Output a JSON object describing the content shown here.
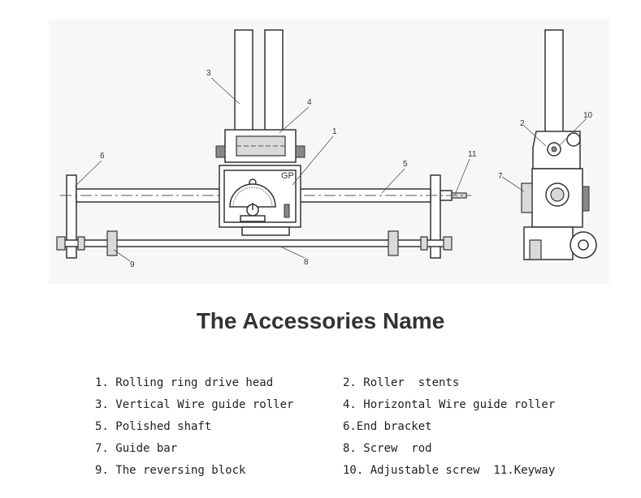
{
  "diagram": {
    "logo_text": "GP",
    "callouts": [
      "1",
      "2",
      "3",
      "4",
      "5",
      "6",
      "7",
      "8",
      "9",
      "10",
      "11"
    ]
  },
  "title": "The Accessories Name",
  "legend": {
    "left": [
      "1. Rolling ring drive head",
      "3. Vertical Wire guide roller",
      "5. Polished shaft",
      "7. Guide bar",
      "9. The reversing block"
    ],
    "right": [
      "2. Roller  stents",
      "4. Horizontal Wire guide roller",
      "6.End bracket",
      "8. Screw  rod",
      "10. Adjustable screw  11.Keyway"
    ]
  }
}
